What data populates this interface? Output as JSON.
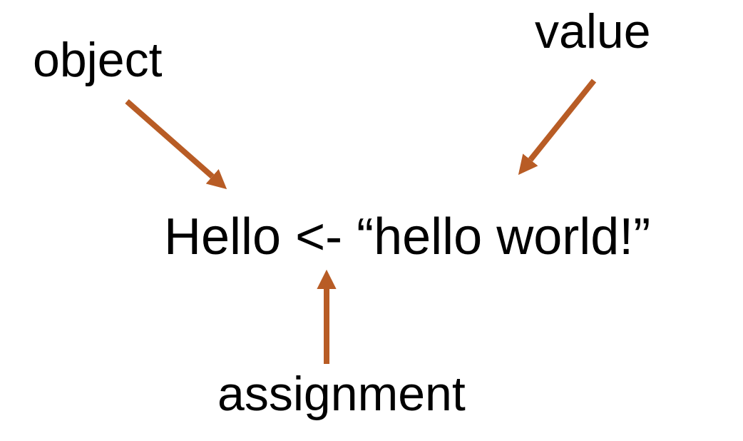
{
  "diagram": {
    "labels": {
      "object": "object",
      "value": "value",
      "assignment": "assignment"
    },
    "code": "Hello <- “hello world!”",
    "code_parts": {
      "object": "Hello",
      "operator": "<-",
      "value": "“hello world!”"
    },
    "arrows": [
      {
        "name": "object-arrow",
        "from": "object label",
        "to": "Hello",
        "direction": "down-right"
      },
      {
        "name": "value-arrow",
        "from": "value label",
        "to": "“hello world!”",
        "direction": "down-left"
      },
      {
        "name": "assignment-arrow",
        "from": "assignment label",
        "to": "<-",
        "direction": "up"
      }
    ],
    "arrow_color": "#B85C25",
    "text_color": "#000000",
    "background_color": "#FFFFFF"
  }
}
